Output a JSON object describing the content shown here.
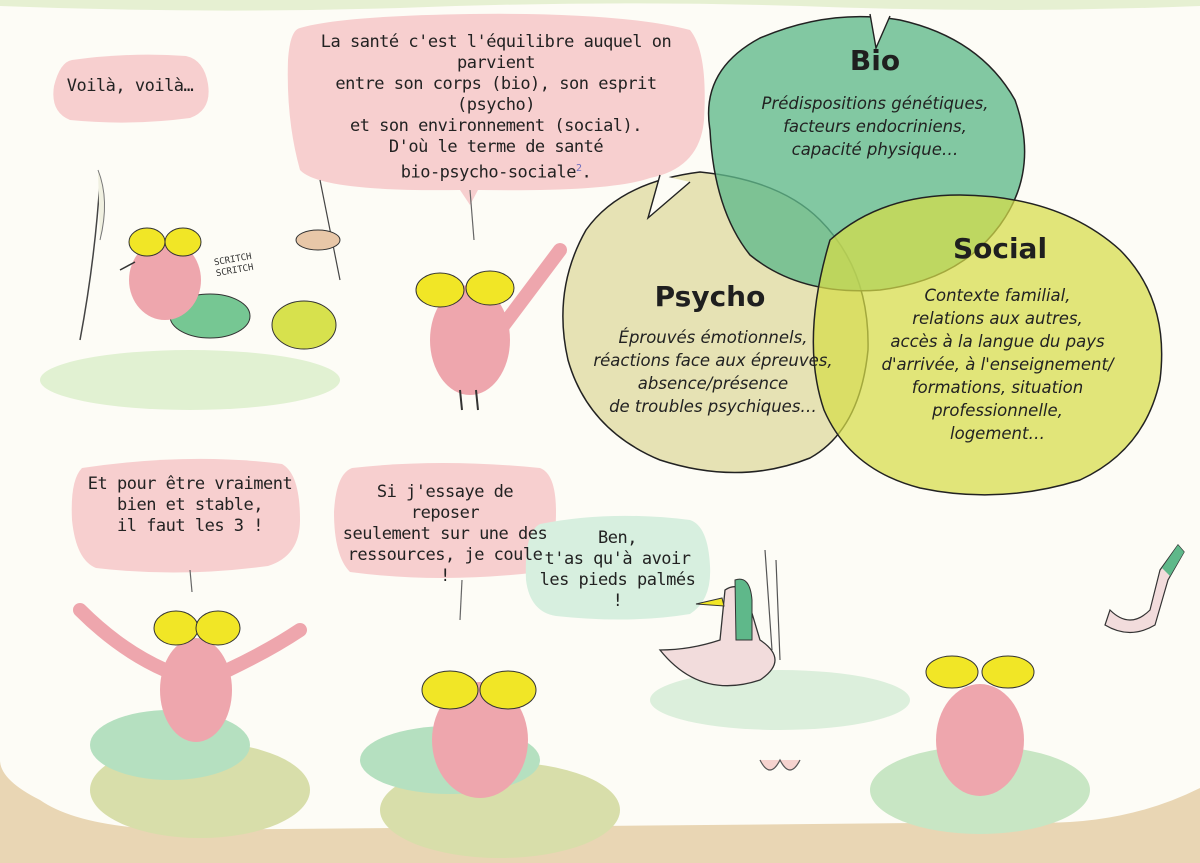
{
  "panel_top_left": {
    "bubble_text": "Voilà, voilà…",
    "sound_effect": "SCRITCH\nSCRITCH"
  },
  "panel_top_middle": {
    "bubble_line_1": "La santé c'est l'équilibre auquel on parvient",
    "bubble_line_2": "entre son corps (bio), son esprit (psycho)",
    "bubble_line_3": "et son environnement (social).",
    "bubble_line_4": "D'où le terme de santé",
    "bubble_line_5": "bio-psycho-sociale",
    "footnote_mark": "2",
    "bubble_line_5_end": "."
  },
  "venn": {
    "bio": {
      "title": "Bio",
      "body": "Prédispositions génétiques,\nfacteurs endocriniens,\ncapacité physique…",
      "color": "#5fb88a"
    },
    "psycho": {
      "title": "Psycho",
      "body": "Éprouvés émotionnels,\nréactions face aux épreuves,\nabsence/présence\nde troubles psychiques…",
      "color": "#e4dfae"
    },
    "social": {
      "title": "Social",
      "body": "Contexte familial,\nrelations aux autres,\naccès à la langue du pays\nd'arrivée, à l'enseignement/\nformations, situation\nprofessionnelle,\nlogement…",
      "color": "#d6dd48"
    }
  },
  "panel_bottom": {
    "bubble_left": "Et pour être vraiment\nbien et stable,\nil faut les 3 !",
    "bubble_middle": "Si j'essaye de reposer\nseulement sur une des\nressources, je coule !",
    "bubble_duck": "Ben,\nt'as qu'à avoir\nles pieds palmés !"
  },
  "colors": {
    "background": "#e9d6b4",
    "panel": "#fdfcf6",
    "speech_pink": "#f7cfcf",
    "speech_green": "#d7efdf",
    "owl_pink": "#eea6ad",
    "goggle_yellow": "#f1e626"
  }
}
